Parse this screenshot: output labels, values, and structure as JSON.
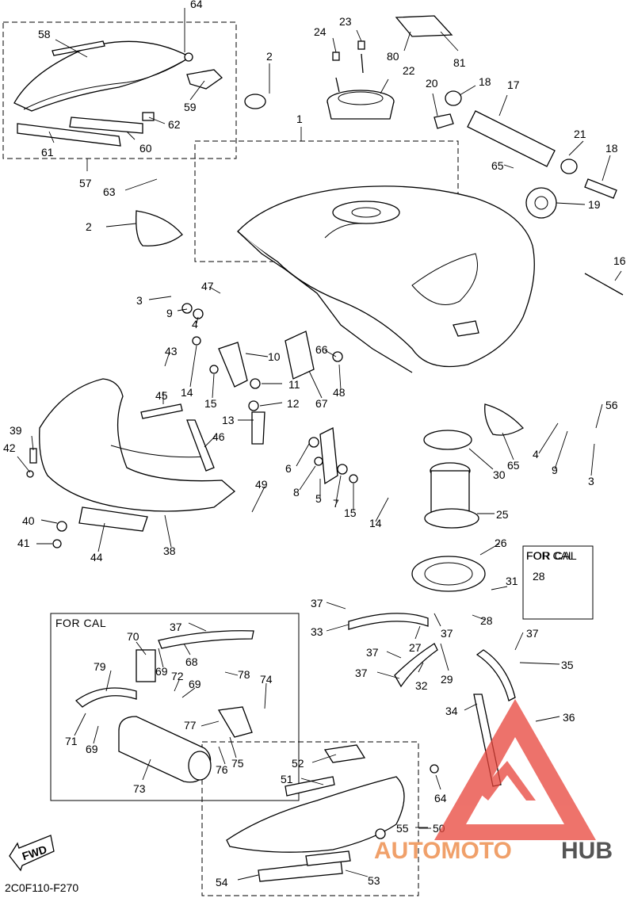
{
  "drawing_code": "2C0F110-F270",
  "fwd_label": "FWD",
  "for_cal_top": "FOR CAL",
  "for_cal_bottom": "FOR CAL",
  "watermark": {
    "part1": "AUTOMOTO",
    "part2": "HUB",
    "color_primary": "#e8443a",
    "color_secondary": "#555555",
    "logo_icon": "triangle-mountain-logo"
  },
  "callouts": [
    "64",
    "58",
    "2",
    "24",
    "23",
    "80",
    "81",
    "22",
    "20",
    "18",
    "17",
    "59",
    "62",
    "60",
    "61",
    "57",
    "1",
    "63",
    "65",
    "21",
    "18",
    "19",
    "2",
    "16",
    "3",
    "47",
    "9",
    "4",
    "10",
    "66",
    "43",
    "14",
    "15",
    "11",
    "48",
    "12",
    "67",
    "45",
    "13",
    "46",
    "39",
    "42",
    "40",
    "41",
    "44",
    "38",
    "49",
    "6",
    "8",
    "5",
    "7",
    "15",
    "14",
    "30",
    "65",
    "4",
    "56",
    "9",
    "3",
    "25",
    "26",
    "FOR CAL",
    "28",
    "31",
    "37",
    "33",
    "27",
    "37",
    "28",
    "29",
    "37",
    "37",
    "32",
    "37",
    "35",
    "34",
    "36",
    "70",
    "37",
    "68",
    "79",
    "69",
    "72",
    "69",
    "78",
    "74",
    "71",
    "69",
    "77",
    "76",
    "75",
    "73",
    "52",
    "51",
    "64",
    "55",
    "50",
    "54",
    "53"
  ]
}
